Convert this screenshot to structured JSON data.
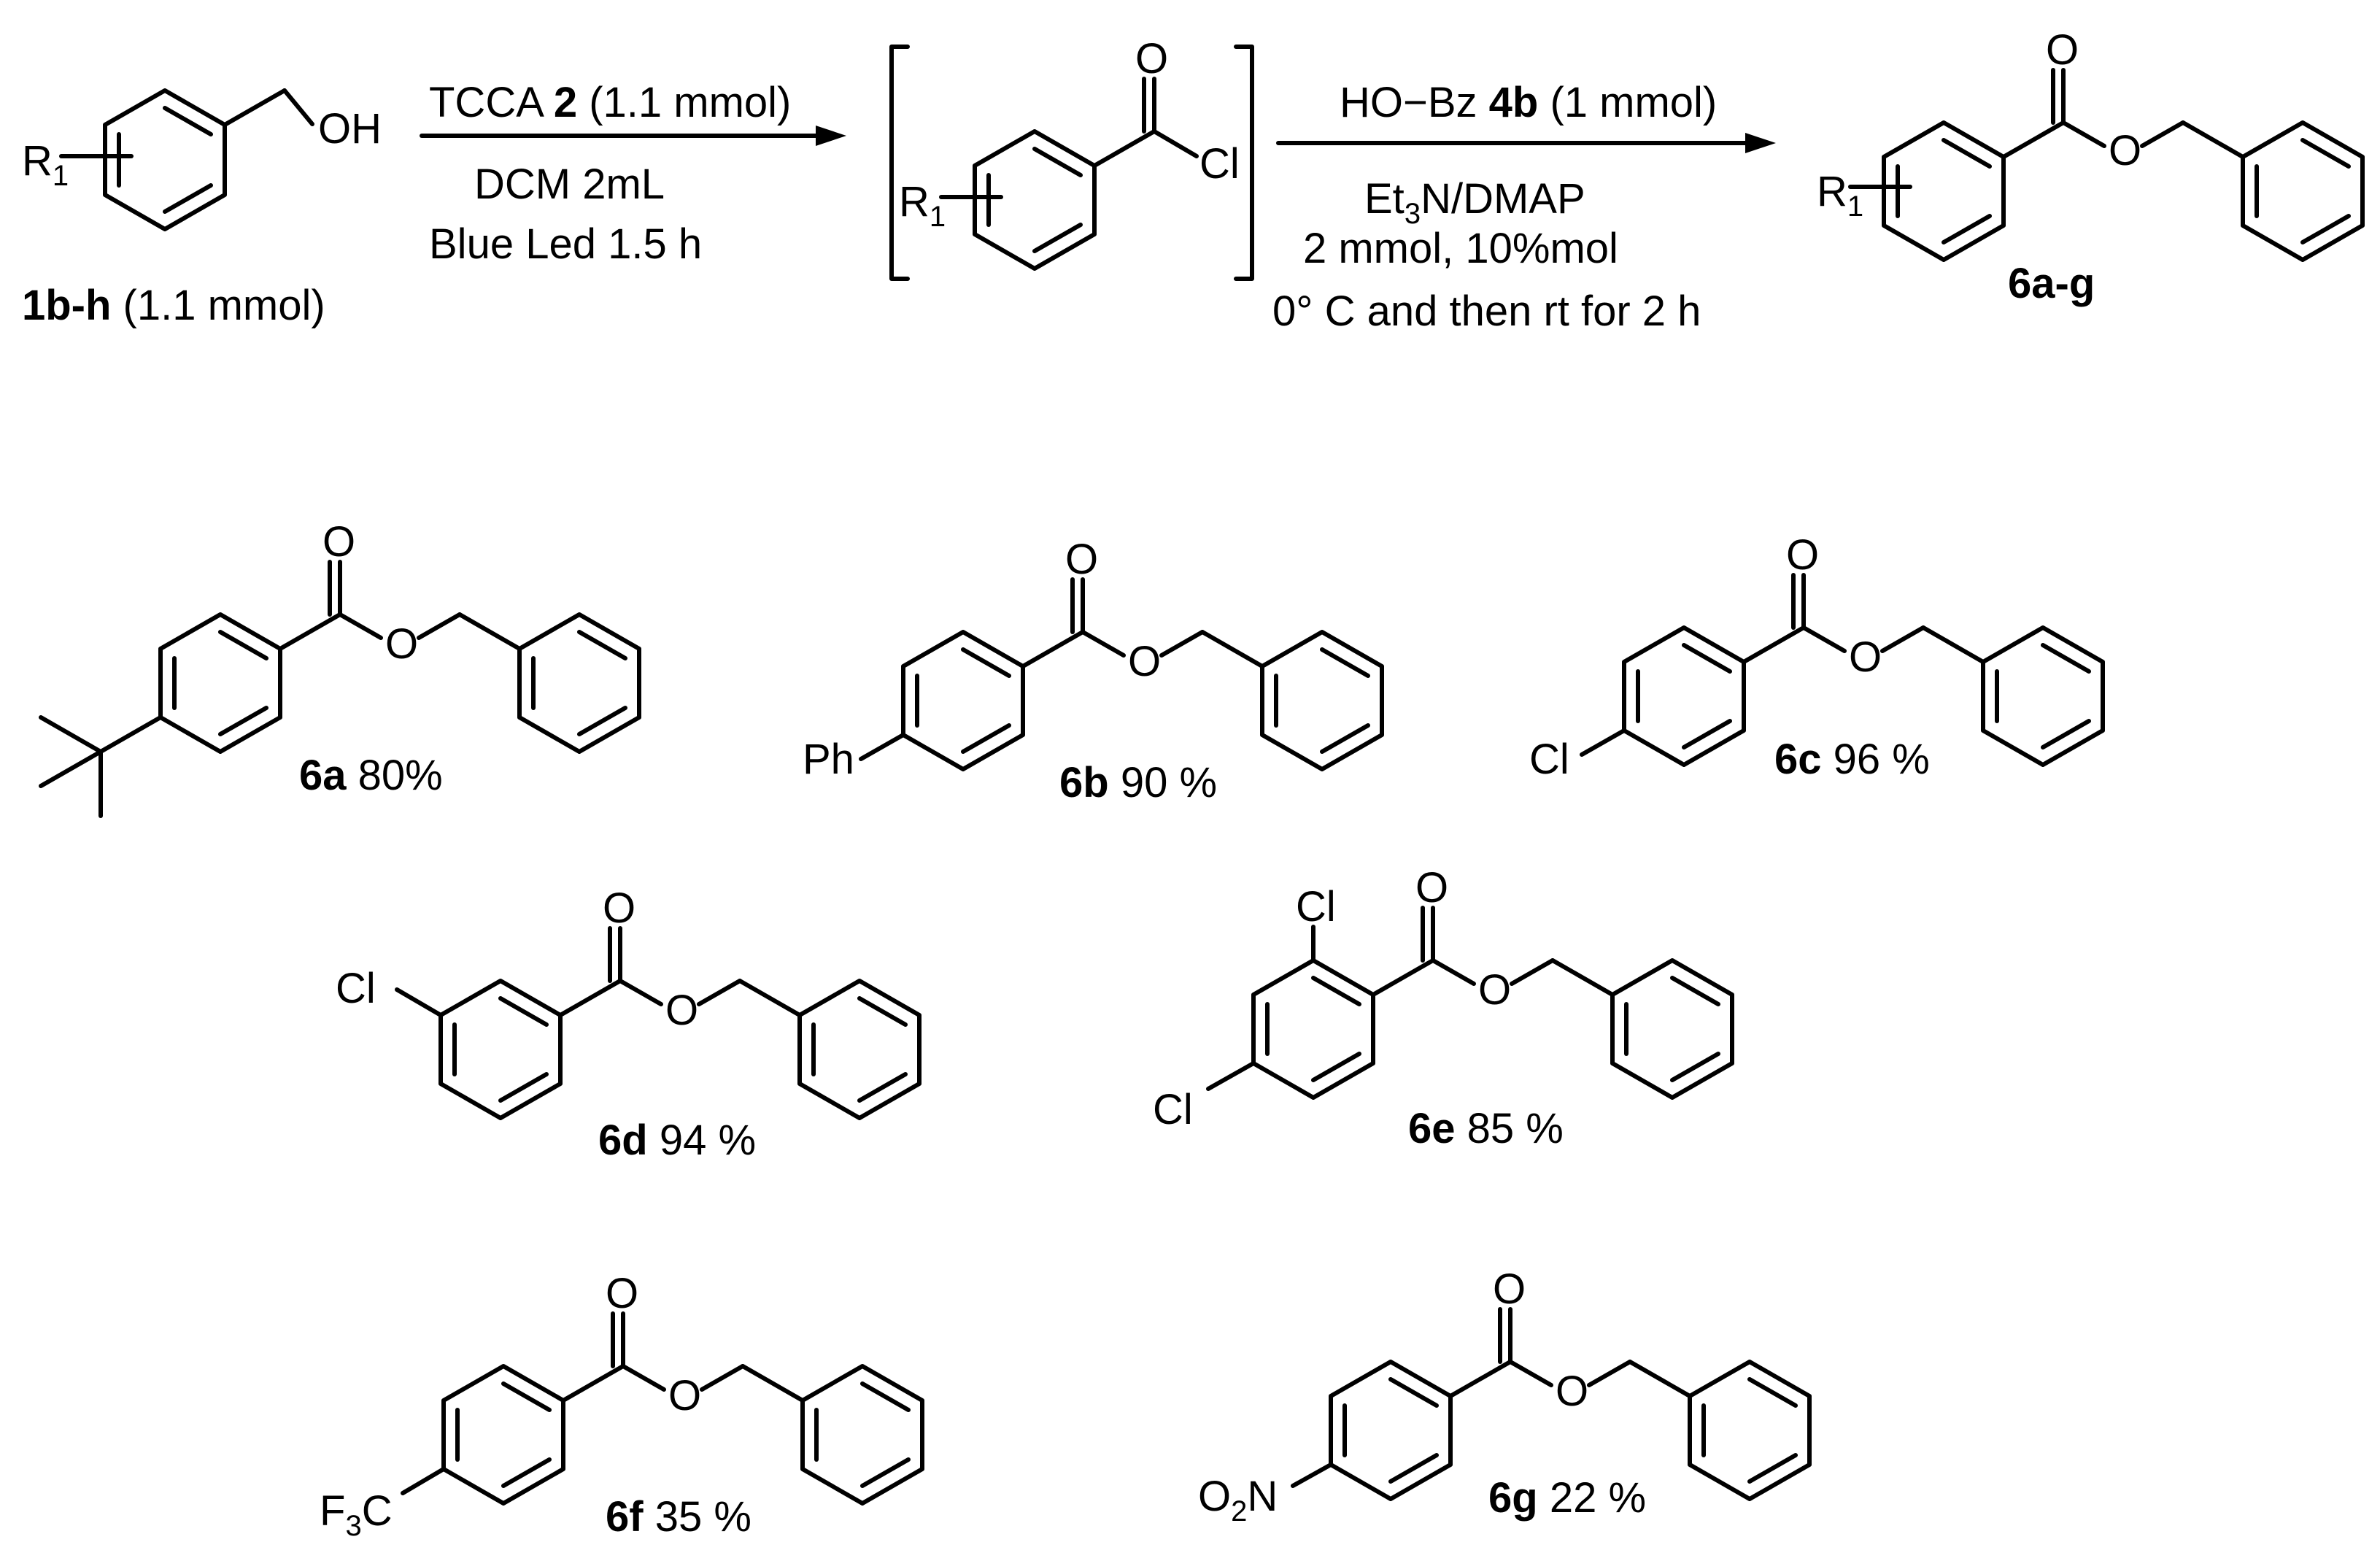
{
  "reaction": {
    "start": {
      "r_label": "R",
      "r_sub": "1",
      "oh_label": "OH",
      "compound_bold": "1b-h",
      "compound_rest": " (1.1 mmol)"
    },
    "arrow1": {
      "reagent_pre": "TCCA ",
      "reagent_bold": "2",
      "reagent_post": " (1.1 mmol)",
      "solvent": "DCM 2mL",
      "conditions": "Blue Led 1.5 h"
    },
    "intermediate": {
      "r_label": "R",
      "r_sub": "1",
      "o_label": "O",
      "cl_label": "Cl"
    },
    "arrow2": {
      "reagent_pre": "HO−Bz  ",
      "reagent_bold": "4b",
      "reagent_post": " (1 mmol)",
      "base_pre": "Et",
      "base_sub": "3",
      "base_post": "N/DMAP",
      "amounts": "2 mmol, 10%mol",
      "temperature": "0° C and then rt for 2 h"
    },
    "product": {
      "r_label": "R",
      "r_sub": "1",
      "o_carbonyl": "O",
      "o_ester": "O",
      "label": "6a-g"
    }
  },
  "products": [
    {
      "id": "6a",
      "yield": "80%",
      "substituent": ""
    },
    {
      "id": "6b",
      "yield": "90 %",
      "substituent": "Ph"
    },
    {
      "id": "6c",
      "yield": "96 %",
      "substituent": "Cl"
    },
    {
      "id": "6d",
      "yield": "94 %",
      "substituent": "Cl"
    },
    {
      "id": "6e",
      "yield": "85 %",
      "substituent": "Cl",
      "substituent2": "Cl"
    },
    {
      "id": "6f",
      "yield": "35 %",
      "substituent_pre": "F",
      "substituent_sub": "3",
      "substituent_post": "C"
    },
    {
      "id": "6g",
      "yield": "22 %",
      "substituent_pre": "O",
      "substituent_sub": "2",
      "substituent_post": "N"
    }
  ],
  "atom_labels": {
    "oxygen": "O"
  }
}
